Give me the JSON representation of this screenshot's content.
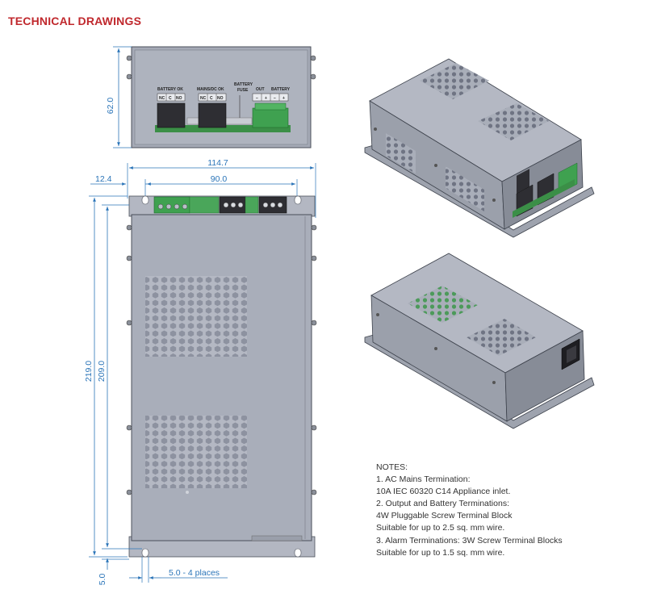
{
  "header": {
    "title": "TECHNICAL DRAWINGS"
  },
  "dimensions": {
    "height_front": "62.0",
    "width_overall": "114.7",
    "width_inner": "90.0",
    "offset_left": "12.4",
    "length_overall": "219.0",
    "length_inner": "209.0",
    "slot_offset": "5.0",
    "slot_note": "5.0 - 4 places"
  },
  "front_labels": {
    "battery_ok": "BATTERY OK",
    "mains_dc_ok": "MAINS/DC OK",
    "battery_fuse_1": "BATTERY",
    "battery_fuse_2": "FUSE",
    "out": "OUT",
    "battery": "BATTERY",
    "nc": "NC",
    "c": "C",
    "no": "NO",
    "minus": "−",
    "plus": "+"
  },
  "notes": {
    "heading": "NOTES:",
    "lines": [
      "1. AC Mains Termination:",
      "10A IEC 60320 C14 Appliance inlet.",
      "2. Output and Battery Terminations:",
      "4W Pluggable Screw Terminal Block",
      "Suitable for up to 2.5 sq. mm wire.",
      "3. Alarm Terminations: 3W Screw Terminal Blocks",
      "Suitable for up to 1.5 sq. mm wire."
    ]
  },
  "colors": {
    "title": "#c0282d",
    "dimension": "#2a74b8",
    "enclosure": "#a7acb8",
    "terminal_green": "#3fa150"
  }
}
